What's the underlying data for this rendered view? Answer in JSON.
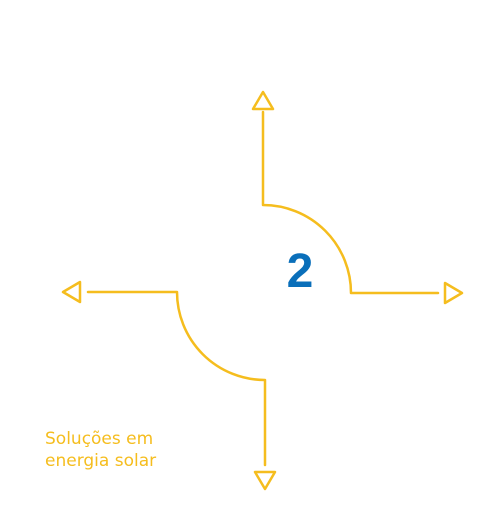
{
  "colors": {
    "accent": "#f5bd1e",
    "number": "#0a6fba",
    "background": "#ffffff"
  },
  "center": {
    "number": "2"
  },
  "caption": {
    "line1": "Soluções em",
    "line2": "energia solar"
  }
}
